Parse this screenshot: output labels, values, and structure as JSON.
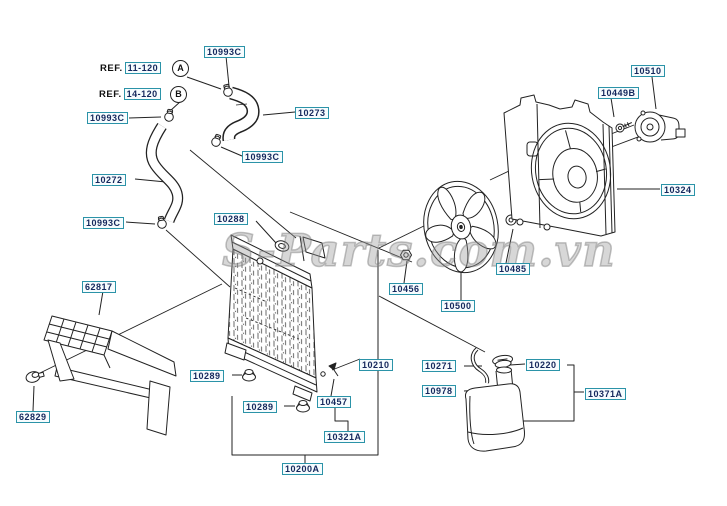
{
  "diagram": {
    "watermark": "S-Parts.com.vn",
    "description": "Radiator, hose and fan exploded parts diagram"
  },
  "colors": {
    "label_border": "#2b93a8",
    "label_text": "#14275c",
    "label_bg": "#f6fcfe",
    "line": "#222222"
  },
  "refs": [
    {
      "prefix": "REF.",
      "number": "11-120",
      "circle": "A"
    },
    {
      "prefix": "REF.",
      "number": "14-120",
      "circle": "B"
    }
  ],
  "labels": [
    {
      "part": "10993C"
    },
    {
      "part": "10273"
    },
    {
      "part": "10993C"
    },
    {
      "part": "10993C"
    },
    {
      "part": "10272"
    },
    {
      "part": "10993C"
    },
    {
      "part": "10288"
    },
    {
      "part": "62817"
    },
    {
      "part": "62829"
    },
    {
      "part": "10289"
    },
    {
      "part": "10289"
    },
    {
      "part": "10457"
    },
    {
      "part": "10321A"
    },
    {
      "part": "10200A"
    },
    {
      "part": "10210"
    },
    {
      "part": "10456"
    },
    {
      "part": "10500"
    },
    {
      "part": "10485"
    },
    {
      "part": "10271"
    },
    {
      "part": "10978"
    },
    {
      "part": "10220"
    },
    {
      "part": "10371A"
    },
    {
      "part": "10324"
    },
    {
      "part": "10510"
    },
    {
      "part": "10449B"
    }
  ]
}
